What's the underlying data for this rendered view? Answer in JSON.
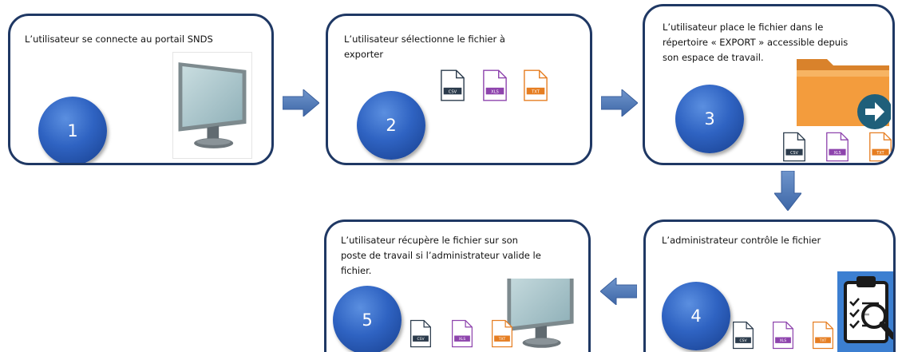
{
  "colors": {
    "box_border": "#1f3864",
    "circle": "#2f63c2",
    "arrow": "#4a72b0",
    "csv": "#2b3b4c",
    "xls": "#8e44ad",
    "txt": "#e67e22",
    "folder": "#f39c3d"
  },
  "steps": [
    {
      "number": "1",
      "text": "L’utilisateur se connecte au portail SNDS",
      "icons": [
        "monitor-icon"
      ]
    },
    {
      "number": "2",
      "text": "L’utilisateur sélectionne le fichier à\nexporter",
      "icons": [
        "csv-file-icon",
        "xls-file-icon",
        "txt-file-icon"
      ]
    },
    {
      "number": "3",
      "text": "L’utilisateur place  le fichier dans le\nrépertoire « EXPORT » accessible depuis\nson espace de travail.",
      "icons": [
        "folder-export-icon",
        "csv-file-icon",
        "xls-file-icon",
        "txt-file-icon"
      ]
    },
    {
      "number": "4",
      "text": "L’administrateur contrôle le fichier",
      "icons": [
        "clipboard-magnifier-icon",
        "csv-file-icon",
        "xls-file-icon",
        "txt-file-icon"
      ]
    },
    {
      "number": "5",
      "text": "L’utilisateur récupère le fichier sur son\nposte de travail si l’administrateur valide le\nfichier.",
      "icons": [
        "monitor-icon",
        "csv-file-icon",
        "xls-file-icon",
        "txt-file-icon"
      ]
    }
  ],
  "file_labels": {
    "csv": "CSV",
    "xls": "XLS",
    "txt": "TXT"
  }
}
